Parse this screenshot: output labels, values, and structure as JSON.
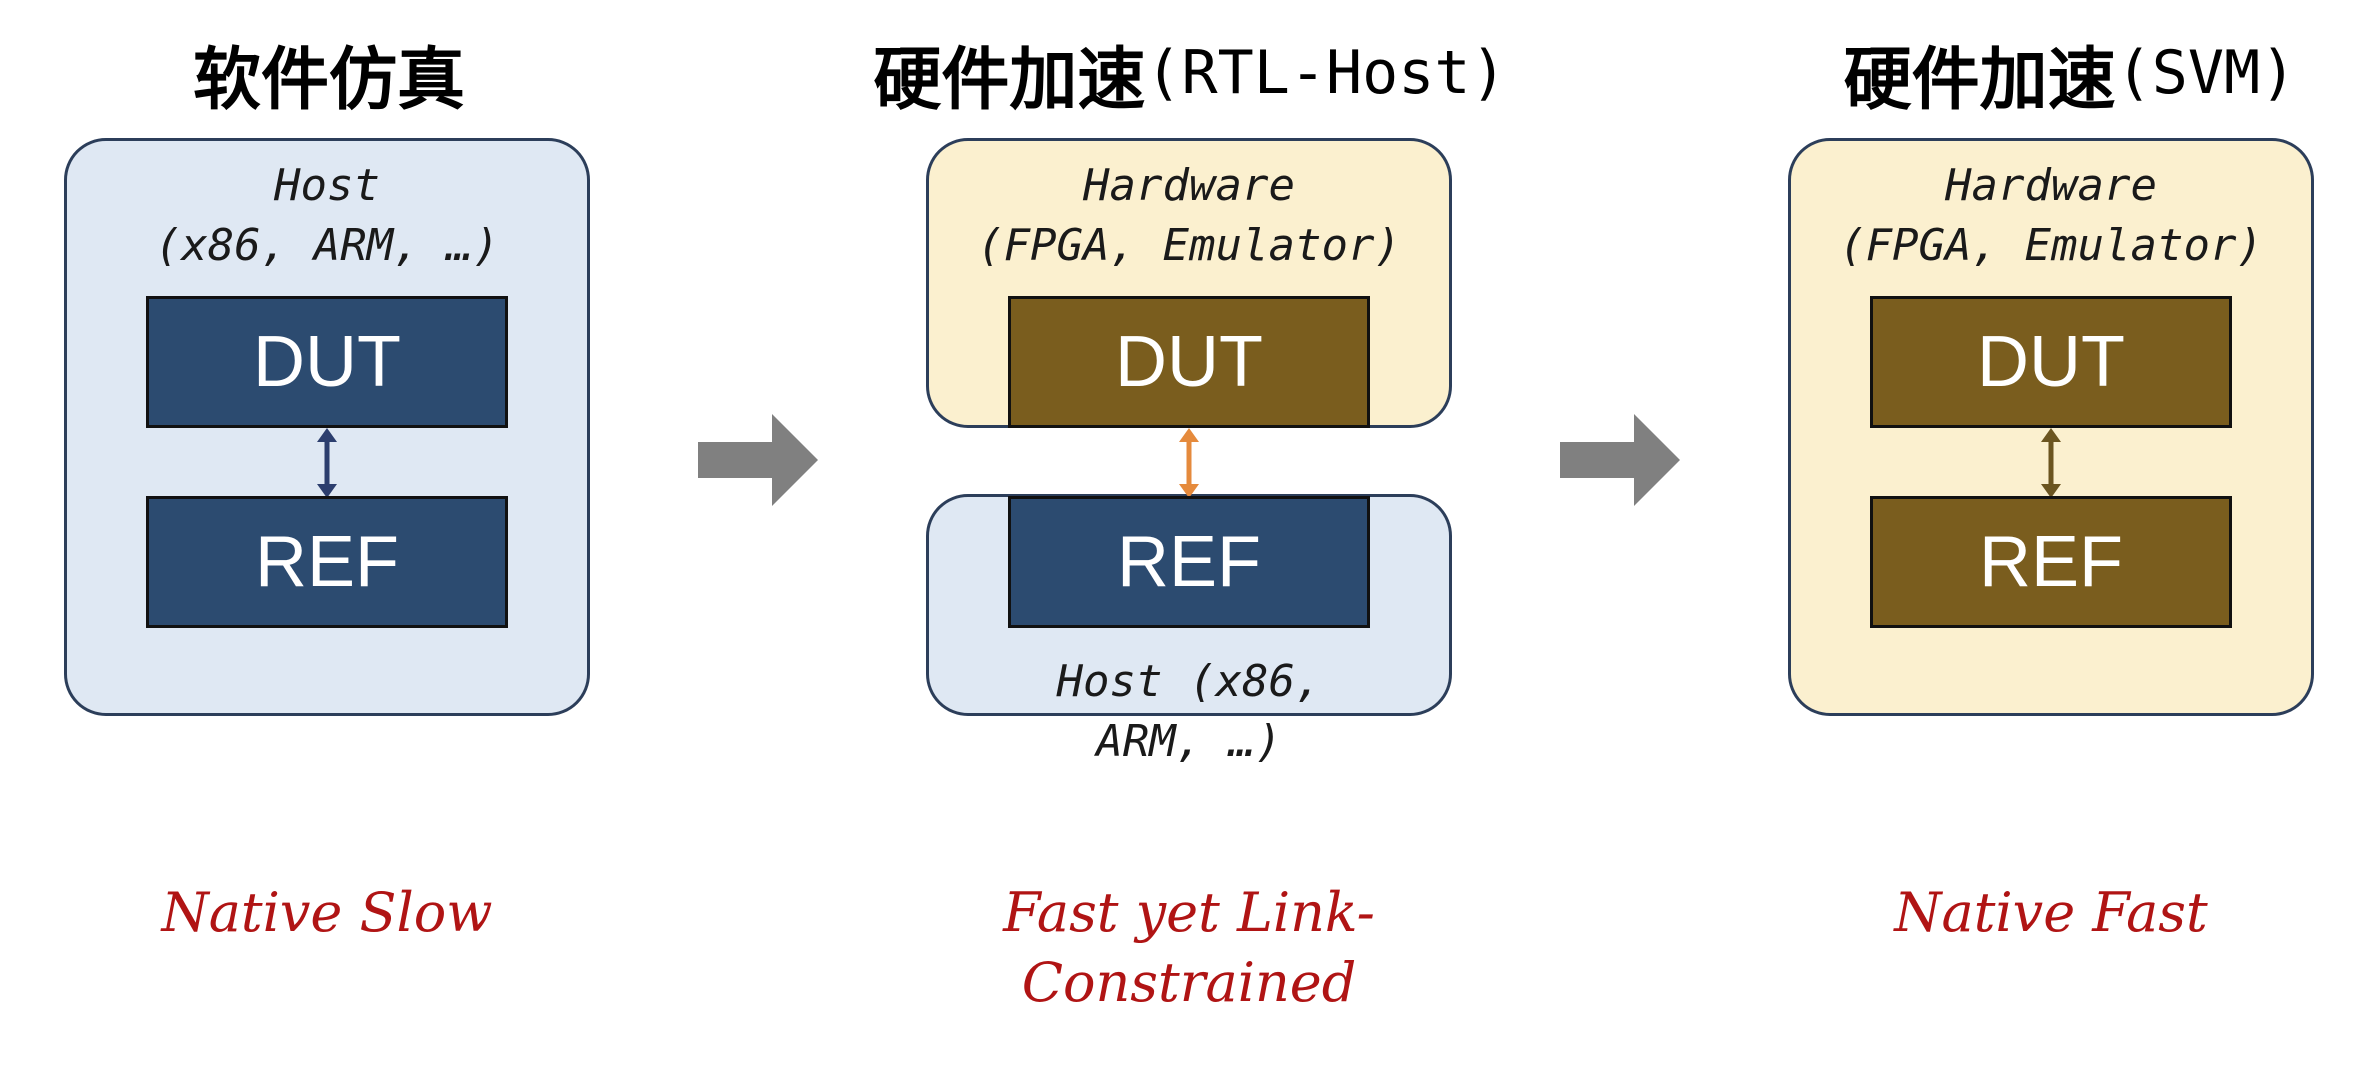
{
  "columns": [
    {
      "title_cjk": "软件仿真",
      "title_latin": "",
      "panel_label_line1": "Host",
      "panel_label_line2": "(x86, ARM, …)",
      "dut_label": "DUT",
      "ref_label": "REF",
      "caption_line1": "Native Slow",
      "caption_line2": ""
    },
    {
      "title_cjk": "硬件加速",
      "title_latin": "(RTL-Host)",
      "hw_label_line1": "Hardware",
      "hw_label_line2": "(FPGA, Emulator)",
      "dut_label": "DUT",
      "ref_label": "REF",
      "host_label_line1": "Host (x86,",
      "host_label_line2": "ARM, …)",
      "caption_line1": "Fast yet Link-",
      "caption_line2": "Constrained"
    },
    {
      "title_cjk": "硬件加速",
      "title_latin": "(SVM)",
      "panel_label_line1": "Hardware",
      "panel_label_line2": "(FPGA, Emulator)",
      "dut_label": "DUT",
      "ref_label": "REF",
      "caption_line1": "Native Fast",
      "caption_line2": ""
    }
  ],
  "colors": {
    "host_panel": "#dfe8f3",
    "hardware_panel": "#fbf0cf",
    "host_block": "#2c4b70",
    "hardware_block": "#7a5d1e",
    "connector_software": "#2c3e6e",
    "connector_link": "#e58a3c",
    "connector_hardware": "#6b5520",
    "flow_arrow": "#808080",
    "caption": "#b01414"
  },
  "icons": [
    "flow-arrow-icon",
    "double-arrow-icon"
  ]
}
